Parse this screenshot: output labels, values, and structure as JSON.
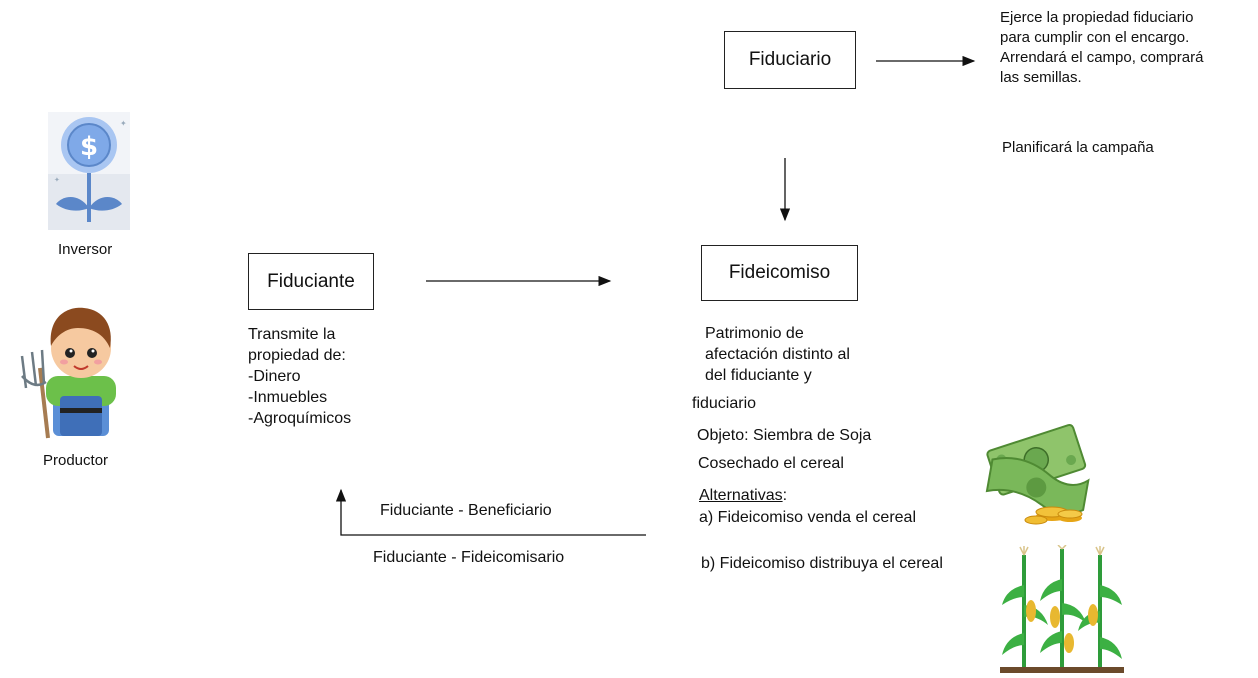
{
  "diagram": {
    "inversor_label": "Inversor",
    "productor_label": "Productor",
    "fiduciario_box": "Fiduciario",
    "fiduciante_box": "Fiduciante",
    "fideicomiso_box": "Fideicomiso",
    "fiduciario_desc": [
      "Ejerce la propiedad fiduciario",
      "para cumplir con el encargo.",
      "Arrendará el campo, comprará",
      "las semillas."
    ],
    "fiduciario_plan": "Planificará la campaña",
    "fiduciante_desc": [
      "Transmite la",
      "propiedad de:",
      "-Dinero",
      "-Inmuebles",
      "-Agroquímicos"
    ],
    "patrimonio_desc": [
      "Patrimonio de",
      "afectación distinto al",
      "del fiduciante y",
      "fiduciario"
    ],
    "objeto": "Objeto: Siembra de Soja",
    "cosechado": "Cosechado el cereal",
    "alternativas_label": "Alternativas",
    "alternativas_colon": ":",
    "alt_a": "a) Fideicomiso venda el cereal",
    "alt_b": "b) Fideicomiso distribuya el cereal",
    "beneficiario": "Fiduciante - Beneficiario",
    "fideicomisario": "Fiduciante - Fideicomisario"
  },
  "icons": {
    "investor": "money-plant-icon",
    "farmer": "farmer-icon",
    "money": "banknotes-coins-icon",
    "crop": "corn-plants-icon"
  },
  "colors": {
    "coin_blue": "#7fa9e8",
    "leaf_blue": "#5b87c9",
    "money_green": "#6aa84f",
    "corn_green": "#2e9c3a",
    "corn_yellow": "#e8b830"
  }
}
